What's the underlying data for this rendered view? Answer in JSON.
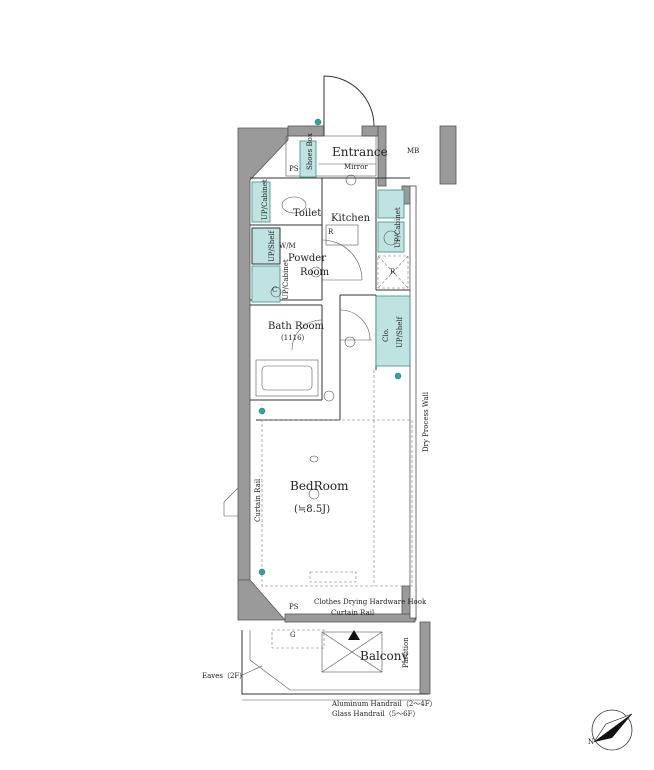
{
  "rooms": {
    "entrance": "Entrance",
    "mirror": "Mirror",
    "shoes_box": "Shoes Box",
    "ps_top": "PS",
    "mb": "MB",
    "toilet": "Toilet",
    "kitchen": "Kitchen",
    "powder_room_1": "Powder",
    "powder_room_2": "Room",
    "wm": "W/M",
    "up_shelf_wm": "UP/Shelf",
    "up_cabinet_toilet": "UP/Cabinet",
    "up_cabinet_powder": "UP/Cabinet",
    "up_cabinet_kitchen": "UP/Cabinet",
    "bath_room": "Bath Room",
    "bath_size": "(1116)",
    "clo": "Clo.",
    "up_shelf_clo": "UP/Shelf",
    "bedroom": "BedRoom",
    "bedroom_size": "(≒8.5J)",
    "curtain_rail_side": "Curtain Rail",
    "dry_process_wall": "Dry Process Wall",
    "ps_bottom": "PS",
    "clothes_hook": "Clothes Drying Hardware Hook",
    "curtain_rail_bottom": "Curtain Rail",
    "balcony": "Balcony",
    "partition": "Partition",
    "eaves": "Eaves（2F）",
    "handrail_1": "Aluminum Handrail（2～4F）",
    "handrail_2": "Glass Handrail（5～6F）",
    "r_mark_1": "R",
    "r_mark_2": "R",
    "c_mark": "C",
    "g_mark": "G"
  },
  "compass": {
    "label": "N"
  }
}
